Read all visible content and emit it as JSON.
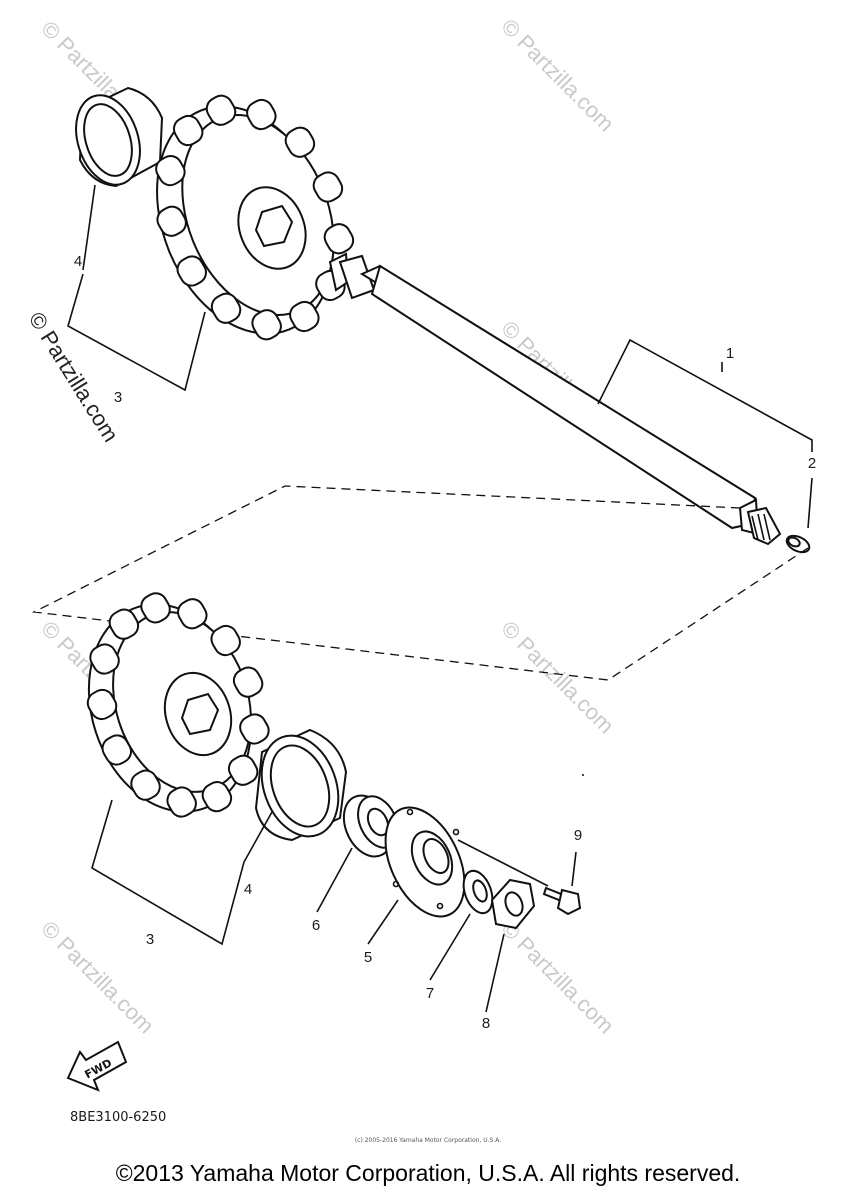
{
  "watermark": "© Partzilla.com",
  "callouts": {
    "c1": "1",
    "c2": "2",
    "c3_top": "3",
    "c4_top": "4",
    "c3_bottom": "3",
    "c4_bottom": "4",
    "c5": "5",
    "c6": "6",
    "c7": "7",
    "c8": "8",
    "c9": "9"
  },
  "fwd_label": "FWD",
  "diagram_code": "8BE3100-6250",
  "fine_print": "(c) 2005-2016 Yamaha Motor Corporation, U.S.A.",
  "copyright": "©2013 Yamaha Motor Corporation, U.S.A. All rights reserved."
}
